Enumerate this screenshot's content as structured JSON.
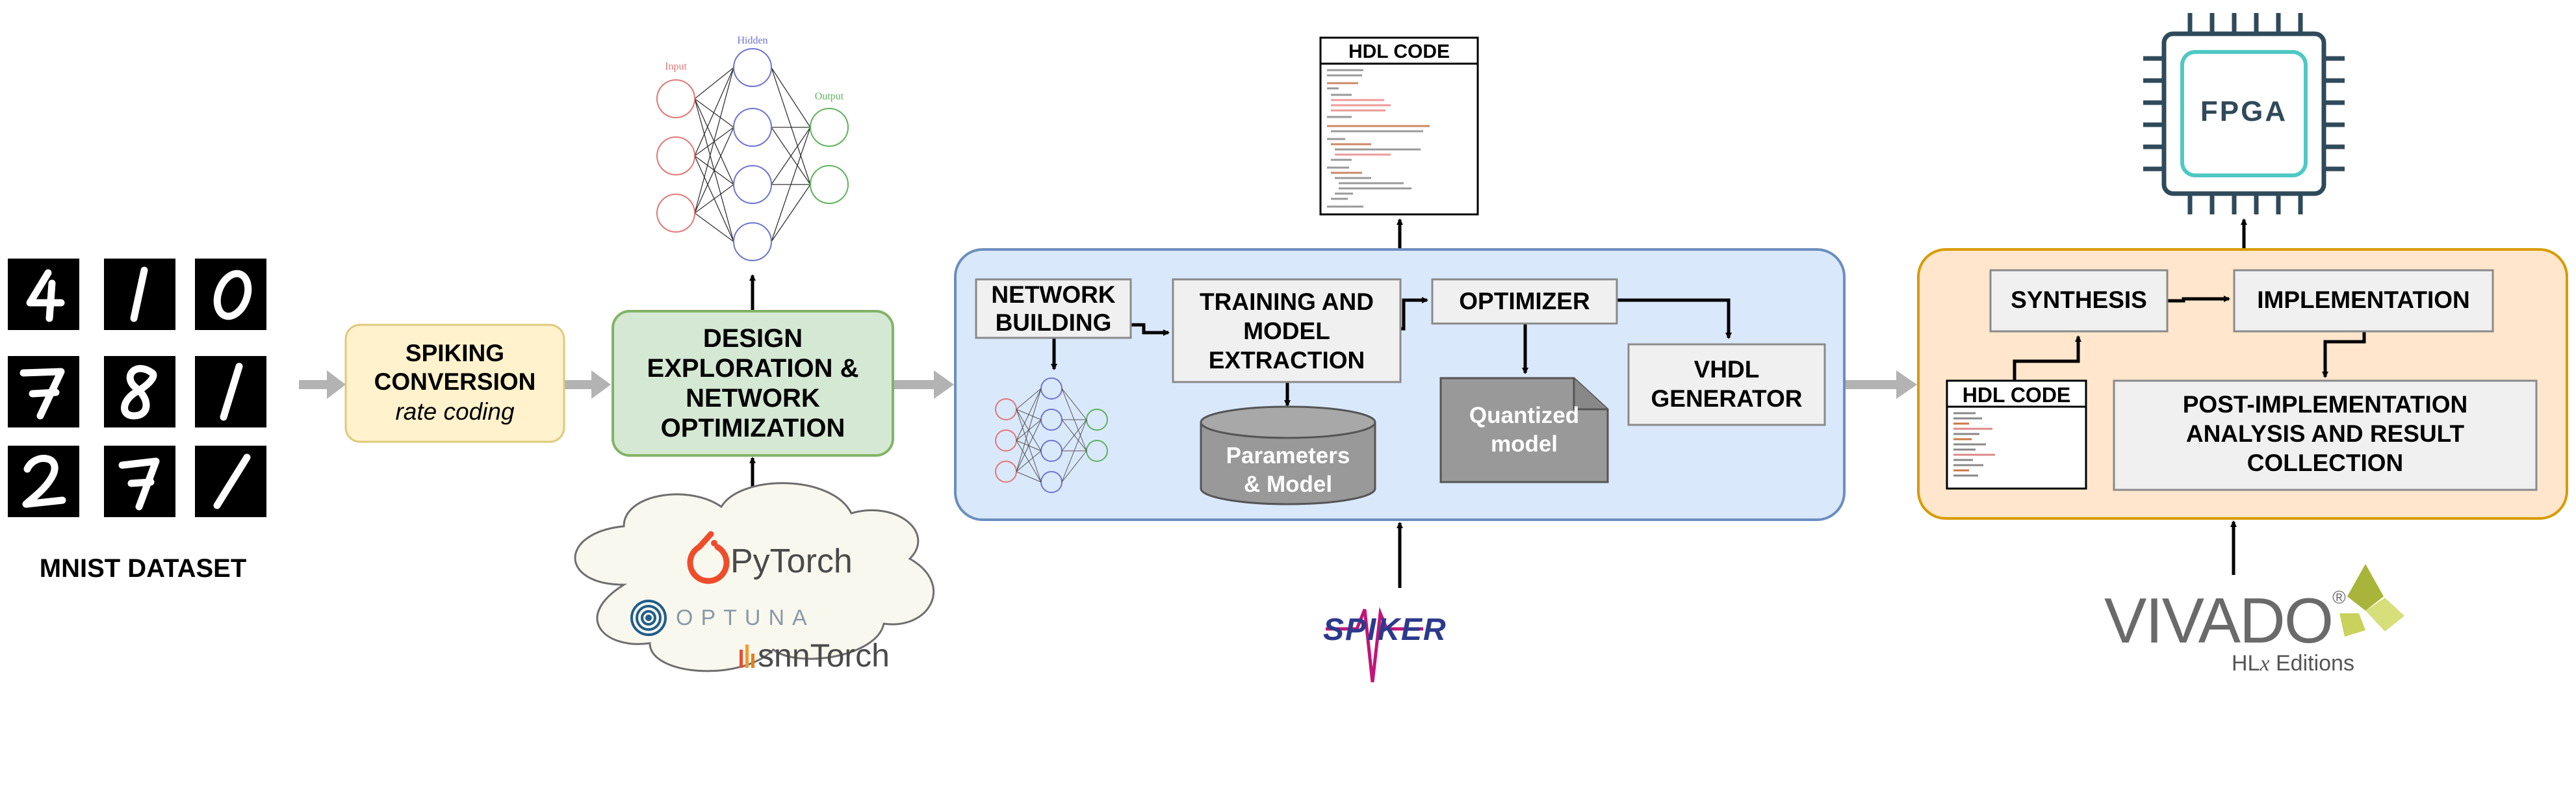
{
  "mnist": {
    "label": "MNIST DATASET",
    "digits": [
      "4",
      "1",
      "0",
      "7",
      "8",
      "1",
      "2",
      "7",
      "1"
    ]
  },
  "spiking": {
    "title_line1": "SPIKING",
    "title_line2": "CONVERSION",
    "subtitle": "rate coding"
  },
  "design": {
    "line1": "DESIGN",
    "line2": "EXPLORATION &",
    "line3": "NETWORK",
    "line4": "OPTIMIZATION"
  },
  "nn_diagram": {
    "input": "Input",
    "hidden": "Hidden",
    "output": "Output"
  },
  "tools": {
    "pytorch": "PyTorch",
    "optuna": "OPTUNA",
    "snntorch": "snnTorch"
  },
  "pipeline": {
    "network_building_1": "NETWORK",
    "network_building_2": "BUILDING",
    "training_1": "TRAINING AND",
    "training_2": "MODEL",
    "training_3": "EXTRACTION",
    "optimizer": "OPTIMIZER",
    "vhdl_1": "VHDL",
    "vhdl_2": "GENERATOR",
    "params_1": "Parameters",
    "params_2": "& Model",
    "quant_1": "Quantized",
    "quant_2": "model"
  },
  "hdl_top": {
    "title": "HDL CODE"
  },
  "spiker": {
    "label": "SPIKER"
  },
  "fpga": {
    "label": "FPGA",
    "synthesis": "SYNTHESIS",
    "implementation": "IMPLEMENTATION",
    "hdl_code": "HDL CODE",
    "post_1": "POST-IMPLEMENTATION",
    "post_2": "ANALYSIS AND RESULT",
    "post_3": "COLLECTION"
  },
  "vivado": {
    "name": "VIVADO",
    "reg": "®",
    "edition_prefix": "HL",
    "edition_x": "x",
    "edition_suffix": " Editions"
  },
  "colors": {
    "arrow_gray": "#b3b3b3",
    "spiking_fill": "#fff2cc",
    "design_fill": "#d5e8d4",
    "blue_panel": "#dae8fc",
    "orange_panel": "#ffe6cc",
    "gray_box": "#f0f0f0",
    "dark_gray": "#999999",
    "fpga_teal": "#4fc8c4",
    "fpga_dark": "#2f4a5a"
  }
}
